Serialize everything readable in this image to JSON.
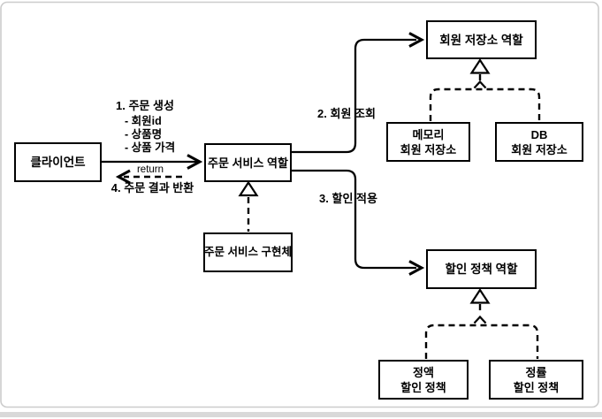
{
  "diagram": {
    "boxes": {
      "client": {
        "label": "클라이언트"
      },
      "order_service_role": {
        "label": "주문 서비스 역할"
      },
      "order_service_impl": {
        "label": "주문 서비스 구현체"
      },
      "member_repo_role": {
        "label": "회원 저장소 역할"
      },
      "memory_member_repo": {
        "line1": "메모리",
        "line2": "회원 저장소"
      },
      "db_member_repo": {
        "line1": "DB",
        "line2": "회원 저장소"
      },
      "discount_policy_role": {
        "label": "할인 정책 역할"
      },
      "fixed_discount_policy": {
        "line1": "정액",
        "line2": "할인 정책"
      },
      "rate_discount_policy": {
        "line1": "정률",
        "line2": "할인 정책"
      }
    },
    "edge_labels": {
      "step1": "1. 주문 생성",
      "step1_params": [
        "- 회원id",
        "- 상품명",
        "- 상품 가격"
      ],
      "step2": "2. 회원 조회",
      "step3": "3. 할인 적용",
      "step4": "4. 주문 결과 반환",
      "return_label": "return"
    },
    "colors": {
      "line": "#000000",
      "box_fill": "#ffffff",
      "page_border": "#cccccc",
      "bottom_bar": "#d9d9d9"
    }
  }
}
